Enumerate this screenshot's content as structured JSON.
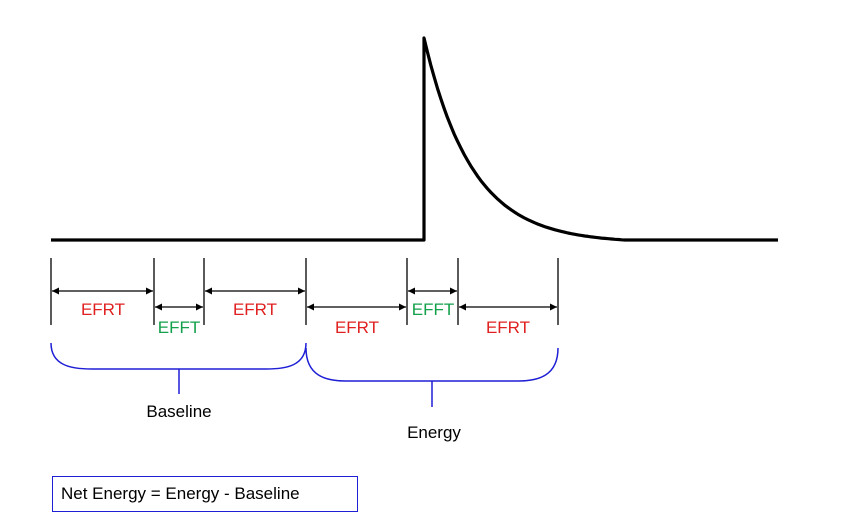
{
  "colors": {
    "signal": "#000000",
    "rest_label": "#e02020",
    "fast_label": "#12a04a",
    "brace": "#1f1fd6",
    "text": "#000000"
  },
  "intervals": [
    {
      "label": "EFRT",
      "kind": "rest"
    },
    {
      "label": "EFFT",
      "kind": "fast"
    },
    {
      "label": "EFRT",
      "kind": "rest"
    },
    {
      "label": "EFRT",
      "kind": "rest"
    },
    {
      "label": "EFFT",
      "kind": "fast"
    },
    {
      "label": "EFRT",
      "kind": "rest"
    }
  ],
  "groups": {
    "baseline_label": "Baseline",
    "energy_label": "Energy"
  },
  "formula": "Net Energy = Energy - Baseline"
}
